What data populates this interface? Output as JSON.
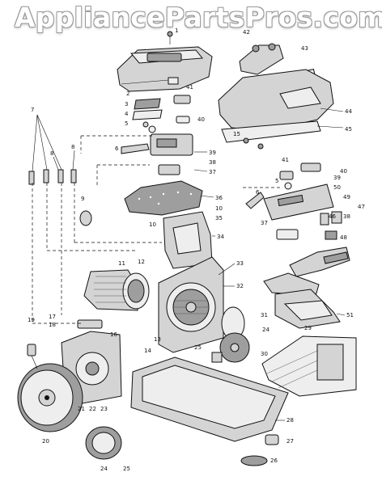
{
  "watermark": "AppliancePartsPros.com",
  "callouts": {
    "c1": "1",
    "c2": "2",
    "c3": "3",
    "c4": "4",
    "c5": "5",
    "c5b": "5",
    "c6": "6",
    "c6b": "6",
    "c7": "7",
    "c8": "8",
    "c8b": "8",
    "c9": "9",
    "c10": "10",
    "c10b": "10",
    "c11": "11",
    "c12": "12",
    "c13": "13",
    "c14": "14",
    "c15": "15",
    "c16": "16",
    "c17": "17",
    "c18": "18",
    "c19": "19",
    "c20": "20",
    "c21": "21",
    "c22": "22",
    "c23": "23",
    "c24": "24",
    "c24b": "24",
    "c25": "25",
    "c25b": "25",
    "c26": "26",
    "c27": "27",
    "c28": "28",
    "c29": "29",
    "c30": "30",
    "c31": "31",
    "c32": "32",
    "c33": "33",
    "c34": "34",
    "c35": "35",
    "c36": "36",
    "c37": "37",
    "c37b": "37",
    "c38": "38",
    "c38b": "38",
    "c39": "39",
    "c39b": "39",
    "c40": "40",
    "c40b": "40",
    "c41": "41",
    "c41b": "41",
    "c42": "42",
    "c43": "43",
    "c44": "44",
    "c45": "45",
    "c46": "46",
    "c47": "47",
    "c48": "48",
    "c49": "49",
    "c50": "50",
    "c51": "51"
  }
}
